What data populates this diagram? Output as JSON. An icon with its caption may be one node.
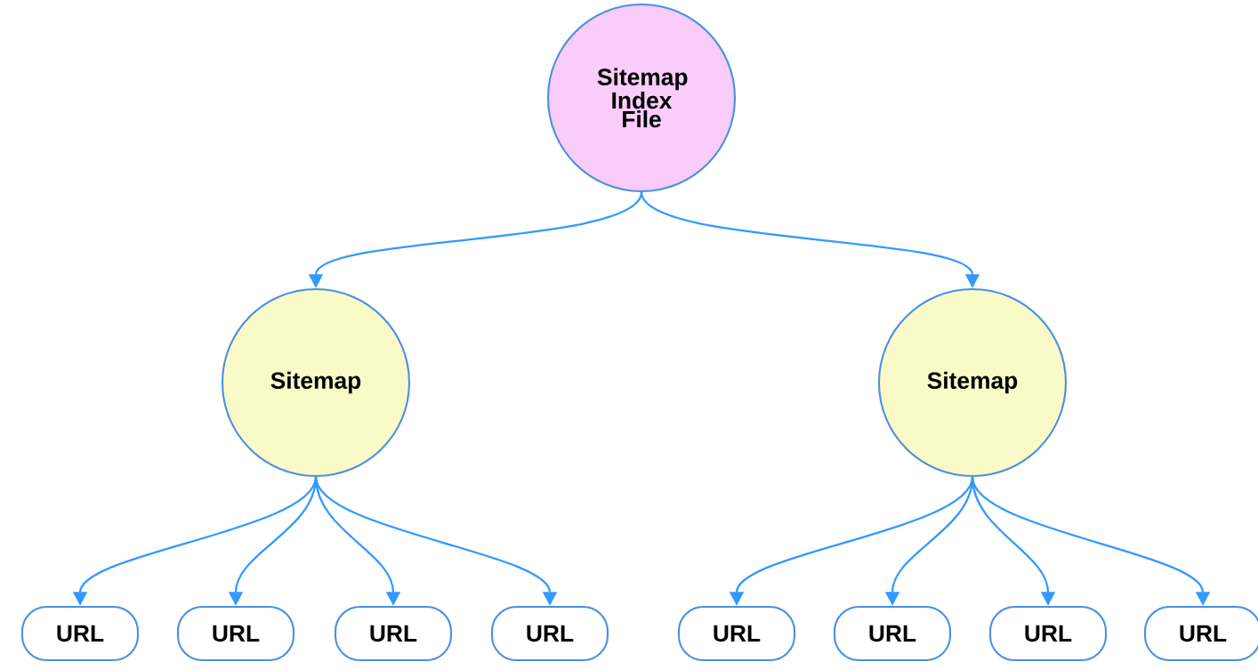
{
  "diagram": {
    "nodes": [
      {
        "text": [
          "Sitemap Index File"
        ]
      },
      {
        "text": [
          "Sitemap"
        ]
      },
      {
        "text": [
          "Sitemap"
        ]
      },
      {
        "text": [
          "URL"
        ]
      },
      {
        "text": [
          "URL"
        ]
      },
      {
        "text": [
          "URL"
        ]
      },
      {
        "text": [
          "URL"
        ]
      },
      {
        "text": [
          "URL"
        ]
      },
      {
        "text": [
          "URL"
        ]
      },
      {
        "text": [
          "URL"
        ]
      },
      {
        "text": [
          "URL"
        ]
      }
    ],
    "edges": [
      {
        "from": 0,
        "to": 1,
        "arrow": "to"
      },
      {
        "from": 0,
        "to": 2,
        "arrow": "to"
      },
      {
        "from": 1,
        "to": 3,
        "arrow": "to"
      },
      {
        "from": 1,
        "to": 4,
        "arrow": "to"
      },
      {
        "from": 1,
        "to": 5,
        "arrow": "to"
      },
      {
        "from": 1,
        "to": 6,
        "arrow": "to"
      },
      {
        "from": 2,
        "to": 7,
        "arrow": "to"
      },
      {
        "from": 2,
        "to": 8,
        "arrow": "to"
      },
      {
        "from": 2,
        "to": 9,
        "arrow": "to"
      },
      {
        "from": 2,
        "to": 10,
        "arrow": "to"
      }
    ]
  }
}
